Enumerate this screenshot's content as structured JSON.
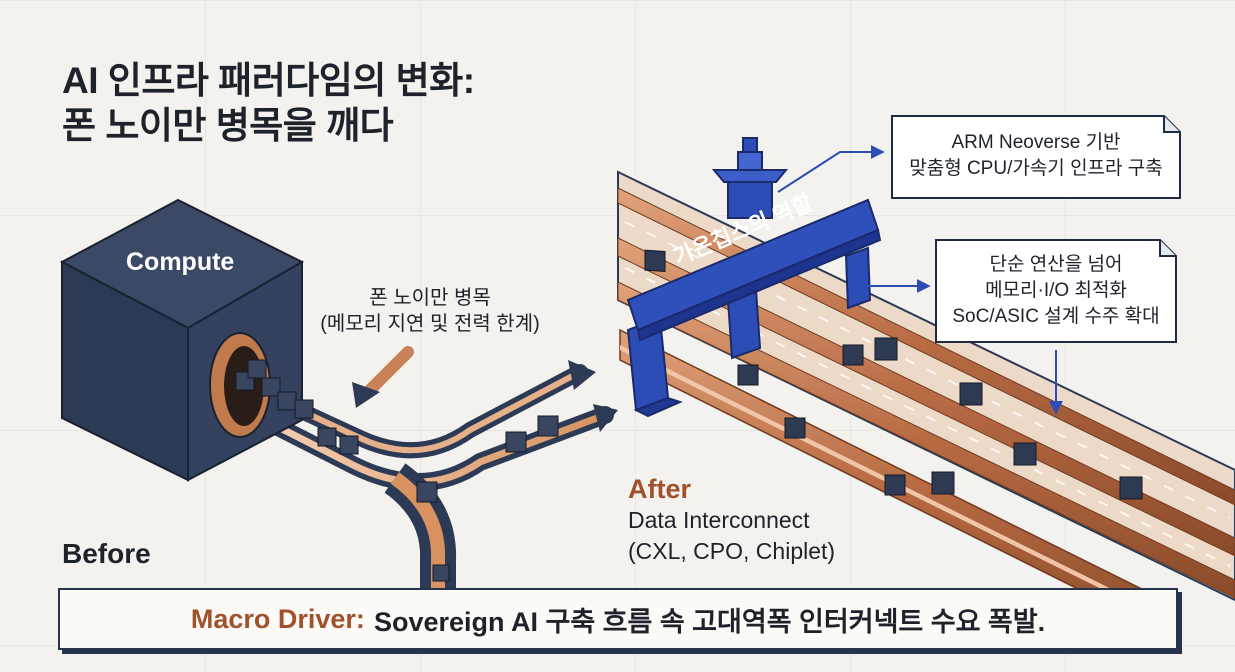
{
  "title": {
    "line1": "AI 인프라 패러다임의 변화:",
    "line2": "폰 노이만 병목을 깨다"
  },
  "compute_label": "Compute",
  "bottleneck": {
    "line1": "폰 노이만 병목",
    "line2": "(메모리 지연 및 전력 한계)"
  },
  "before_label": "Before",
  "after": {
    "label": "After",
    "line1": "Data Interconnect",
    "line2": "(CXL, CPO, Chiplet)"
  },
  "gate_label": "가온칩스의 역할",
  "note_arm": {
    "line1": "ARM Neoverse 기반",
    "line2": "맞춤형 CPU/가속기 인프라 구축"
  },
  "note_soc": {
    "line1": "단순 연산을 넘어",
    "line2": "메모리·I/O 최적화",
    "line3": "SoC/ASIC 설계 수주 확대"
  },
  "banner": {
    "label": "Macro Driver:",
    "text": "Sovereign AI 구축 흐름 속 고대역폭 인터커넥트 수요 폭발."
  },
  "colors": {
    "navy": "#2c3a55",
    "blue": "#2c4db5",
    "copper": "#b86b43",
    "accent_text": "#a0522d"
  }
}
